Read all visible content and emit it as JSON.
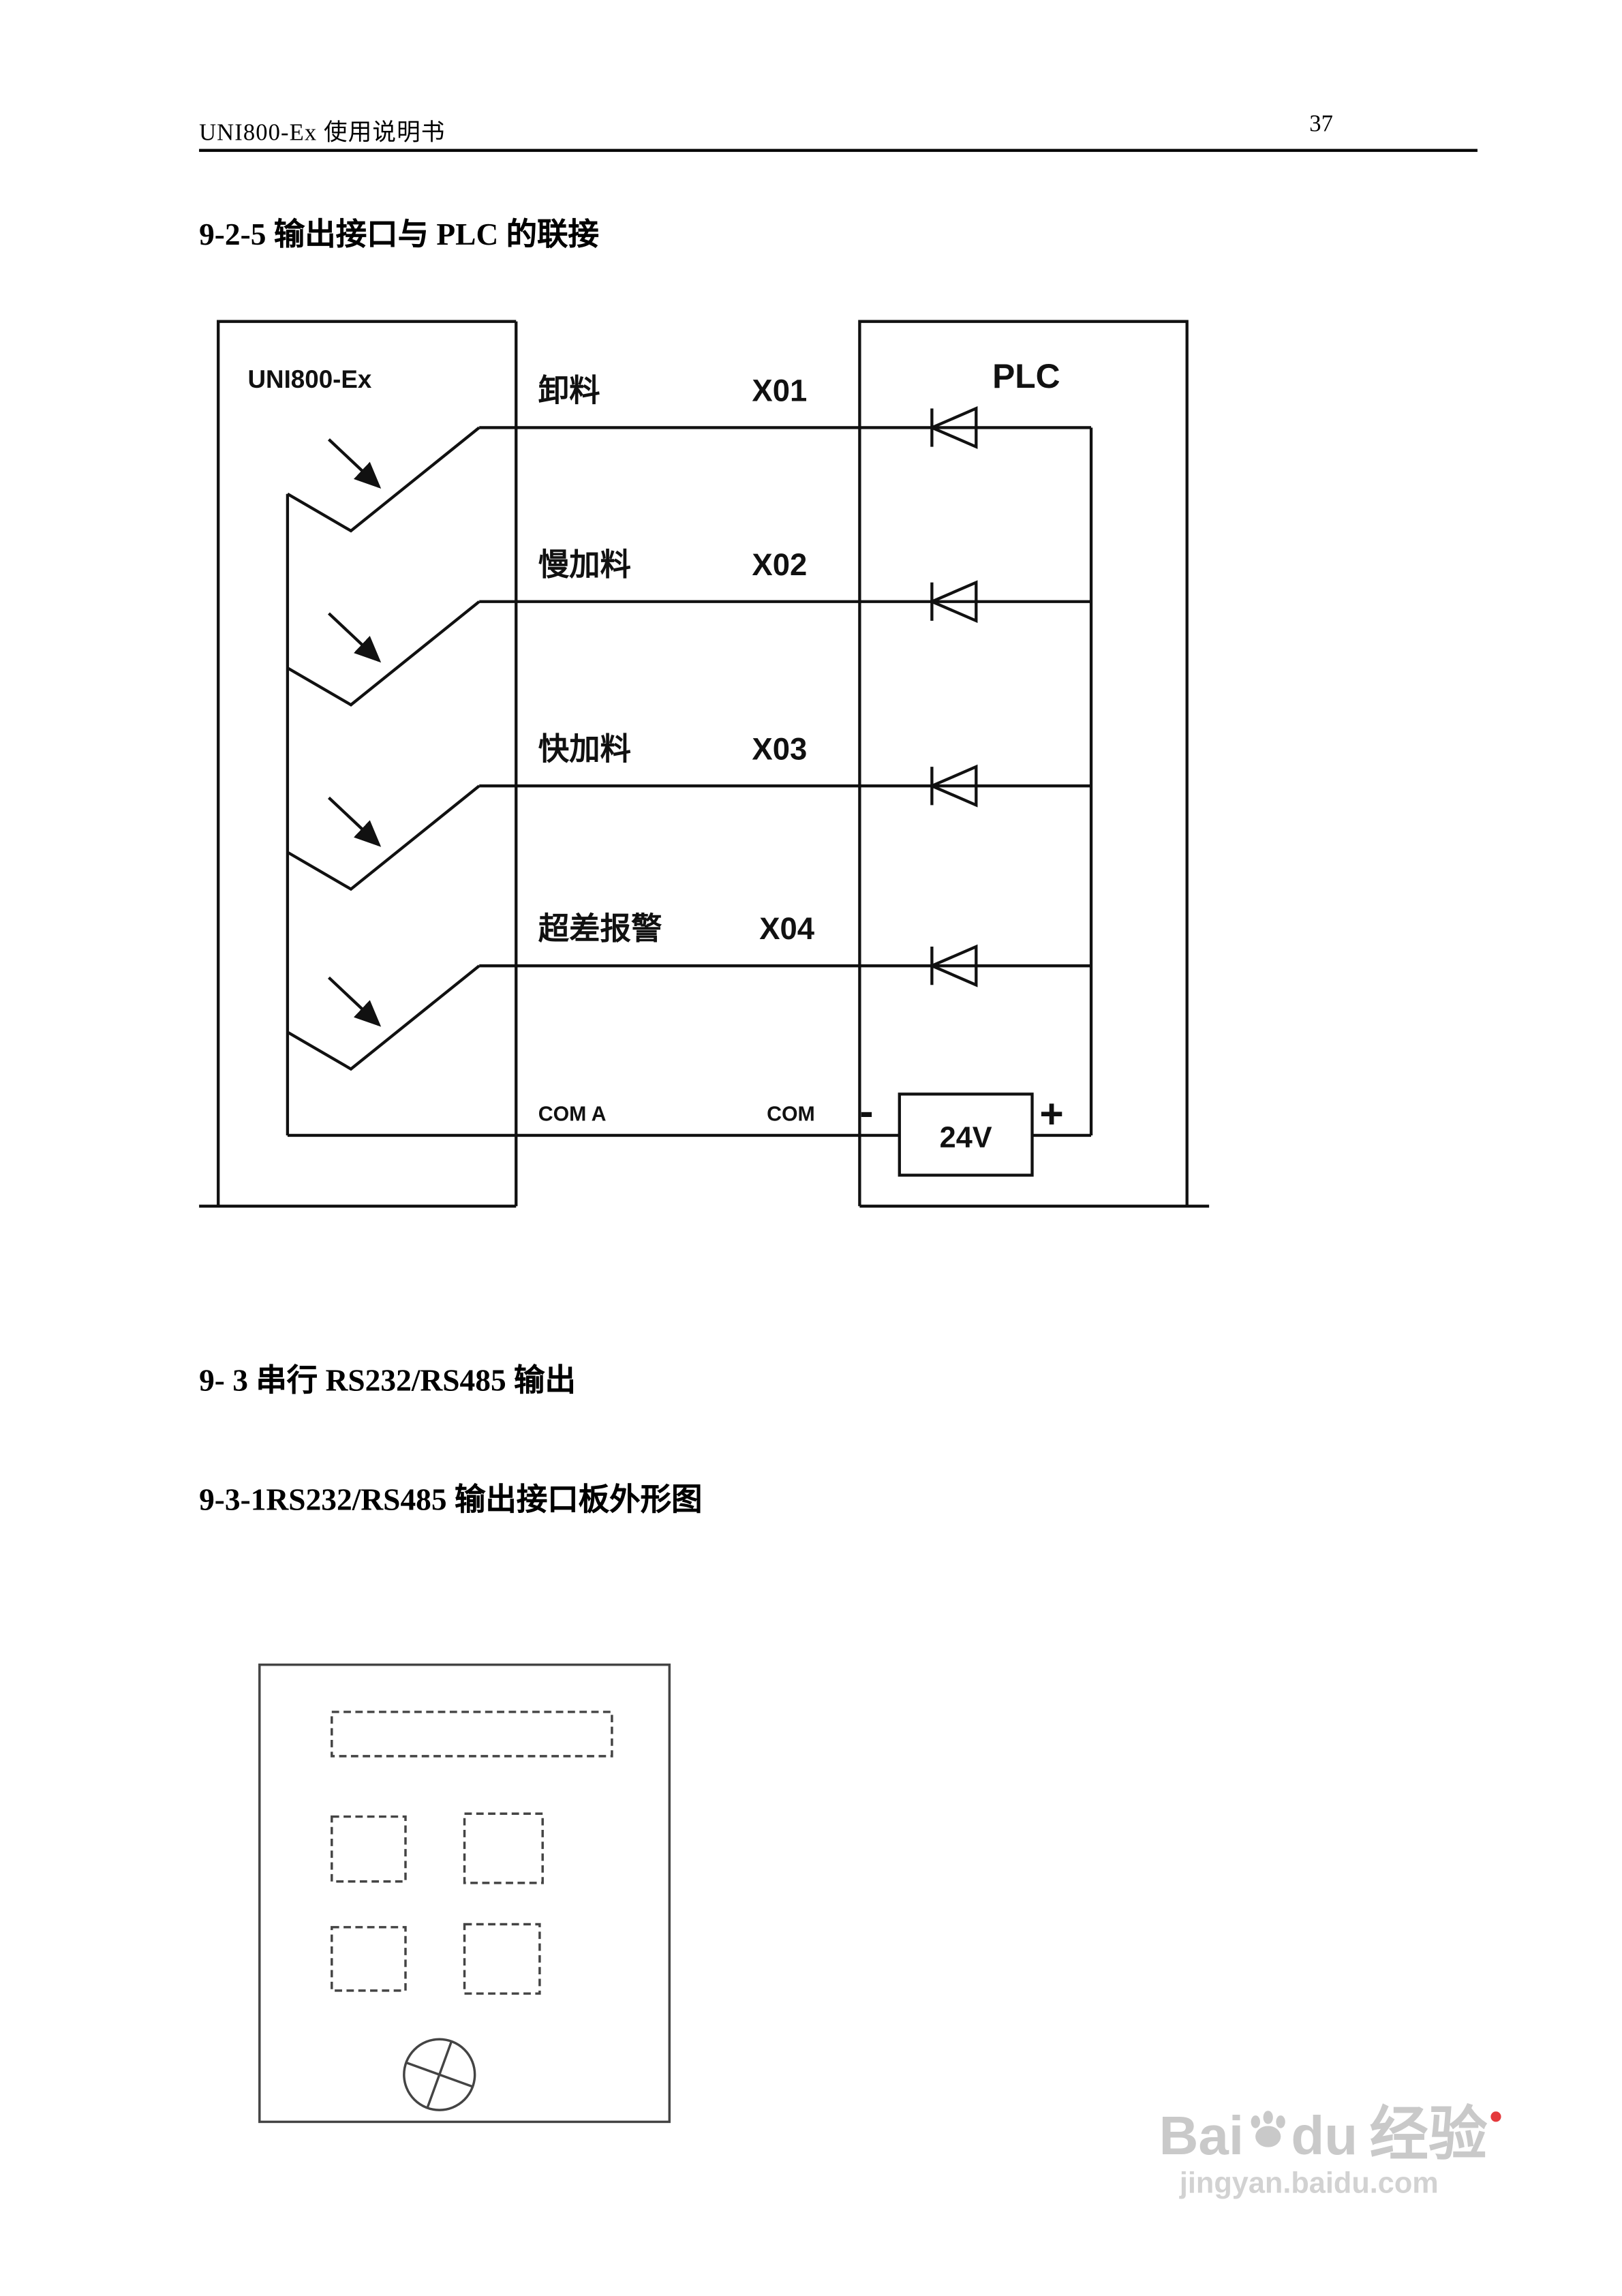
{
  "page": {
    "header": {
      "title": "UNI800-Ex 使用说明书",
      "page_number": "37"
    },
    "headings": {
      "s_9_2_5": "9-2-5 输出接口与 PLC 的联接",
      "s_9_3": "9- 3 串行 RS232/RS485 输出",
      "s_9_3_1": "9-3-1RS232/RS485 输出接口板外形图"
    }
  },
  "diagram": {
    "device_label": "UNI800-Ex",
    "plc_label": "PLC",
    "rows": [
      {
        "name": "卸料",
        "terminal": "X01"
      },
      {
        "name": "慢加料",
        "terminal": "X02"
      },
      {
        "name": "快加料",
        "terminal": "X03"
      },
      {
        "name": "超差报警",
        "terminal": "X04"
      }
    ],
    "com_a_label": "COM A",
    "com_label": "COM",
    "supply_label": "24V",
    "minus_sign": "-",
    "plus_sign": "+"
  },
  "watermark": {
    "bai": "Bai",
    "du": "du",
    "cn": "经验",
    "url": "jingyan.baidu.com"
  }
}
